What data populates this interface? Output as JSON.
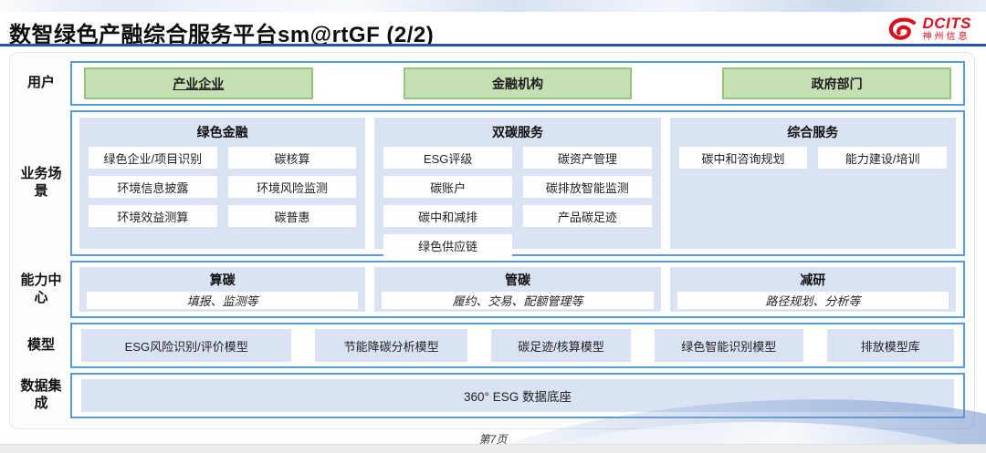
{
  "page": {
    "title": "数智绿色产融综合服务平台sm@rtGF (2/2)"
  },
  "logo": {
    "brand": "DCITS",
    "company": "神州信息",
    "swirl_icon": "dcits-swirl-icon"
  },
  "layers": {
    "users": {
      "label": "用户",
      "items": [
        {
          "text": "产业企业",
          "underline": true
        },
        {
          "text": "金融机构",
          "underline": false
        },
        {
          "text": "政府部门",
          "underline": false
        }
      ]
    },
    "scenarios": {
      "label": "业务场景",
      "columns": [
        {
          "title": "绿色金融",
          "items": [
            "绿色企业/项目识别",
            "碳核算",
            "环境信息披露",
            "环境风险监测",
            "环境效益测算",
            "碳普惠"
          ]
        },
        {
          "title": "双碳服务",
          "items": [
            "ESG评级",
            "碳资产管理",
            "碳账户",
            "碳排放智能监测",
            "碳中和减排",
            "产品碳足迹",
            "绿色供应链"
          ]
        },
        {
          "title": "综合服务",
          "items": [
            "碳中和咨询规划",
            "能力建设/培训"
          ]
        }
      ]
    },
    "capabilities": {
      "label": "能力中心",
      "groups": [
        {
          "title": "算碳",
          "desc": "填报、监测等"
        },
        {
          "title": "管碳",
          "desc": "履约、交易、配额管理等"
        },
        {
          "title": "减研",
          "desc": "路径规划、分析等"
        }
      ]
    },
    "models": {
      "label": "模型",
      "items": [
        "ESG风险识别/评价模型",
        "节能降碳分析模型",
        "碳足迹/核算模型",
        "绿色智能识别模型",
        "排放模型库"
      ]
    },
    "data_integration": {
      "label": "数据集成",
      "items": [
        "360° ESG 数据底座"
      ]
    }
  },
  "footer": {
    "page_number": "第7页"
  },
  "colors": {
    "accent_border": "#5b9bd5",
    "panel_blue": "#dae3f3",
    "green_fill": "#c6e0b4",
    "green_border": "#94c47c",
    "brand_red": "#d8101f",
    "title_rule": "#2b55a3"
  }
}
